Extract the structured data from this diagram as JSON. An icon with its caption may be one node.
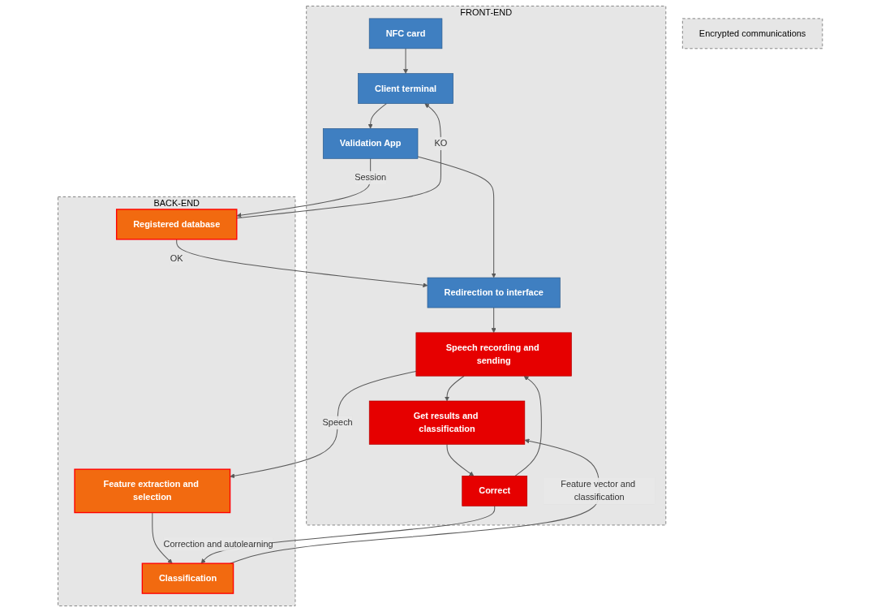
{
  "diagram": {
    "nodes": [
      {
        "text": [
          "FRONT-END"
        ]
      },
      {
        "text": [
          "NFC card"
        ],
        "in": 0
      },
      {
        "text": [
          "Client terminal"
        ],
        "in": 0
      },
      {
        "text": [
          "Validation App"
        ],
        "in": 0
      },
      {
        "text": [
          "Redirection to interface"
        ],
        "in": 0
      },
      {
        "text": [
          "Speech recording and sending"
        ],
        "in": 0
      },
      {
        "text": [
          "Get results and classification"
        ],
        "in": 0
      },
      {
        "text": [
          "Correct"
        ],
        "in": 0
      },
      {
        "text": [
          "Encrypted communications"
        ]
      },
      {
        "text": [
          "BACK-END"
        ]
      },
      {
        "text": [
          "Registered database"
        ],
        "in": 9
      },
      {
        "text": [
          "Feature extraction and selection"
        ],
        "in": 9
      },
      {
        "text": [
          "Classification"
        ],
        "in": 9
      }
    ],
    "edges": [
      {
        "from": 1,
        "to": 2,
        "arrow": "to"
      },
      {
        "from": 2,
        "to": 3,
        "arrow": "to"
      },
      {
        "from": 3,
        "to": 4,
        "arrow": "to"
      },
      {
        "from": 4,
        "to": 5,
        "arrow": "to"
      },
      {
        "from": 5,
        "to": 6,
        "arrow": "to"
      },
      {
        "from": 6,
        "to": 7,
        "arrow": "to"
      },
      {
        "from": 10,
        "to": 2,
        "label": "KO",
        "arrow": "to"
      },
      {
        "from": 3,
        "to": 10,
        "label": "Session",
        "arrow": "to"
      },
      {
        "from": 10,
        "to": 4,
        "label": "OK",
        "arrow": "to"
      },
      {
        "from": 5,
        "to": 11,
        "label": "Speech",
        "arrow": "to"
      },
      {
        "from": 11,
        "to": 12,
        "arrow": "to"
      },
      {
        "from": 12,
        "to": 6,
        "label": "Feature vector and classification",
        "arrow": "to"
      },
      {
        "from": 7,
        "to": 12,
        "label": "Correction and autolearning",
        "arrow": "to"
      },
      {
        "from": 7,
        "to": 5,
        "arrow": "to"
      }
    ]
  }
}
